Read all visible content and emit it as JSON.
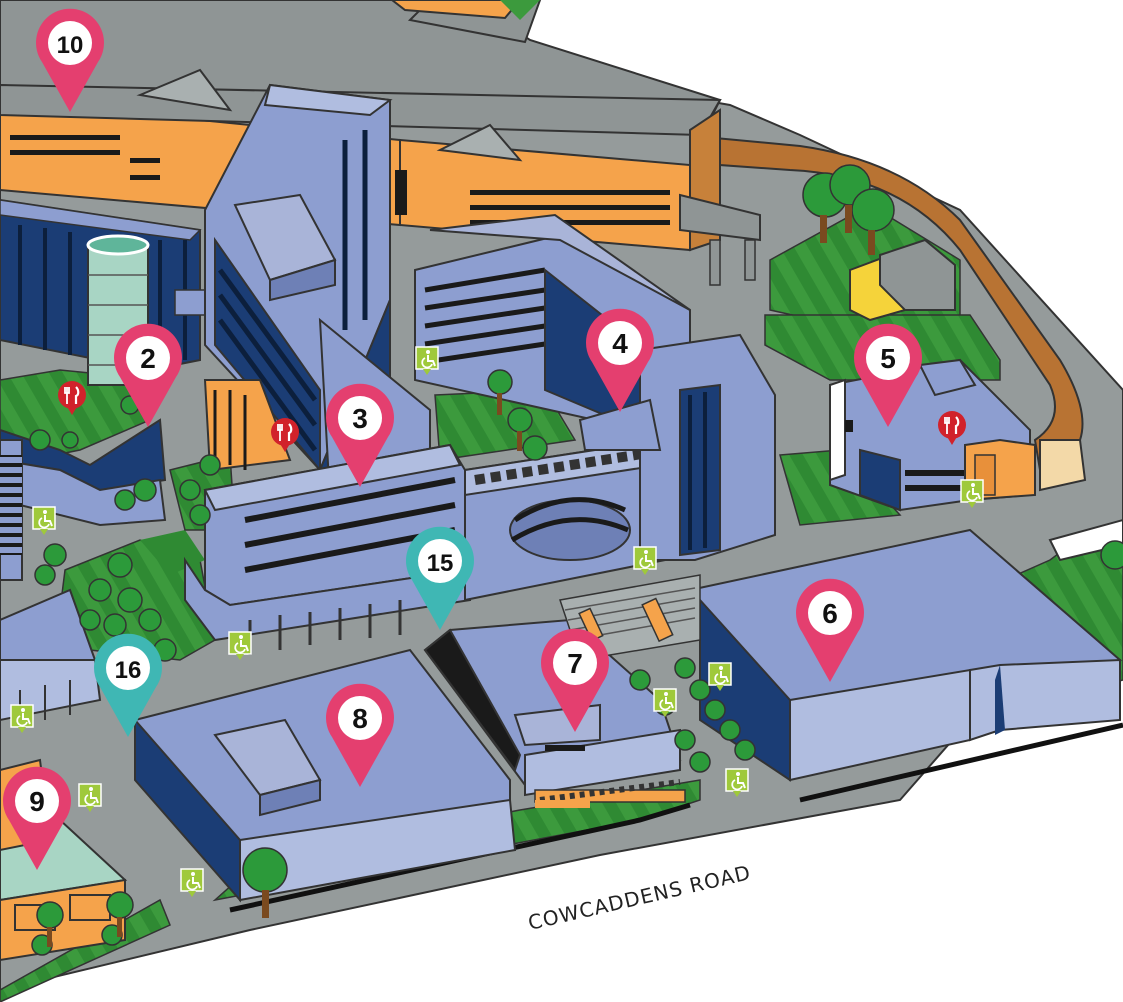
{
  "map": {
    "road_label": "COWCADDENS ROAD",
    "colors": {
      "pin_pink": "#e43f6f",
      "pin_teal": "#3fb7b4",
      "building_blue": "#8d9ed0",
      "building_dark": "#11305c",
      "orange": "#f5a34b",
      "grass": "#3c9a3d",
      "road": "#959b9b",
      "access_green": "#9fc93b",
      "food_red": "#d1222b"
    },
    "pins": [
      {
        "label": "10",
        "color": "pink"
      },
      {
        "label": "2",
        "color": "pink"
      },
      {
        "label": "3",
        "color": "pink"
      },
      {
        "label": "4",
        "color": "pink"
      },
      {
        "label": "5",
        "color": "pink"
      },
      {
        "label": "6",
        "color": "pink"
      },
      {
        "label": "7",
        "color": "pink"
      },
      {
        "label": "8",
        "color": "pink"
      },
      {
        "label": "9",
        "color": "pink"
      },
      {
        "label": "15",
        "color": "teal"
      },
      {
        "label": "16",
        "color": "teal"
      }
    ],
    "food_icon": "cutlery-icon",
    "access_icon": "wheelchair-icon"
  }
}
